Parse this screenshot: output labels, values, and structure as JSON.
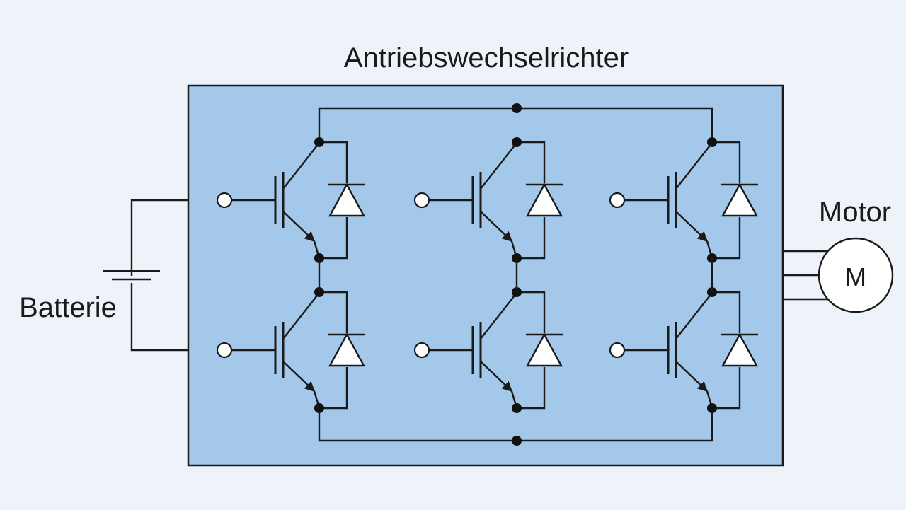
{
  "title": "Antriebswechselrichter",
  "labels": {
    "battery": "Batterie",
    "motor": "Motor",
    "motor_symbol": "M"
  },
  "colors": {
    "background": "#edf3f9",
    "inverter_fill": "#a3c8ea",
    "line": "#1a1a1a",
    "terminal_fill": "#ffffff"
  },
  "inverter": {
    "legs": 3,
    "switches_per_leg": 2,
    "switch_symbol": "igbt-with-antiparallel-diode"
  }
}
